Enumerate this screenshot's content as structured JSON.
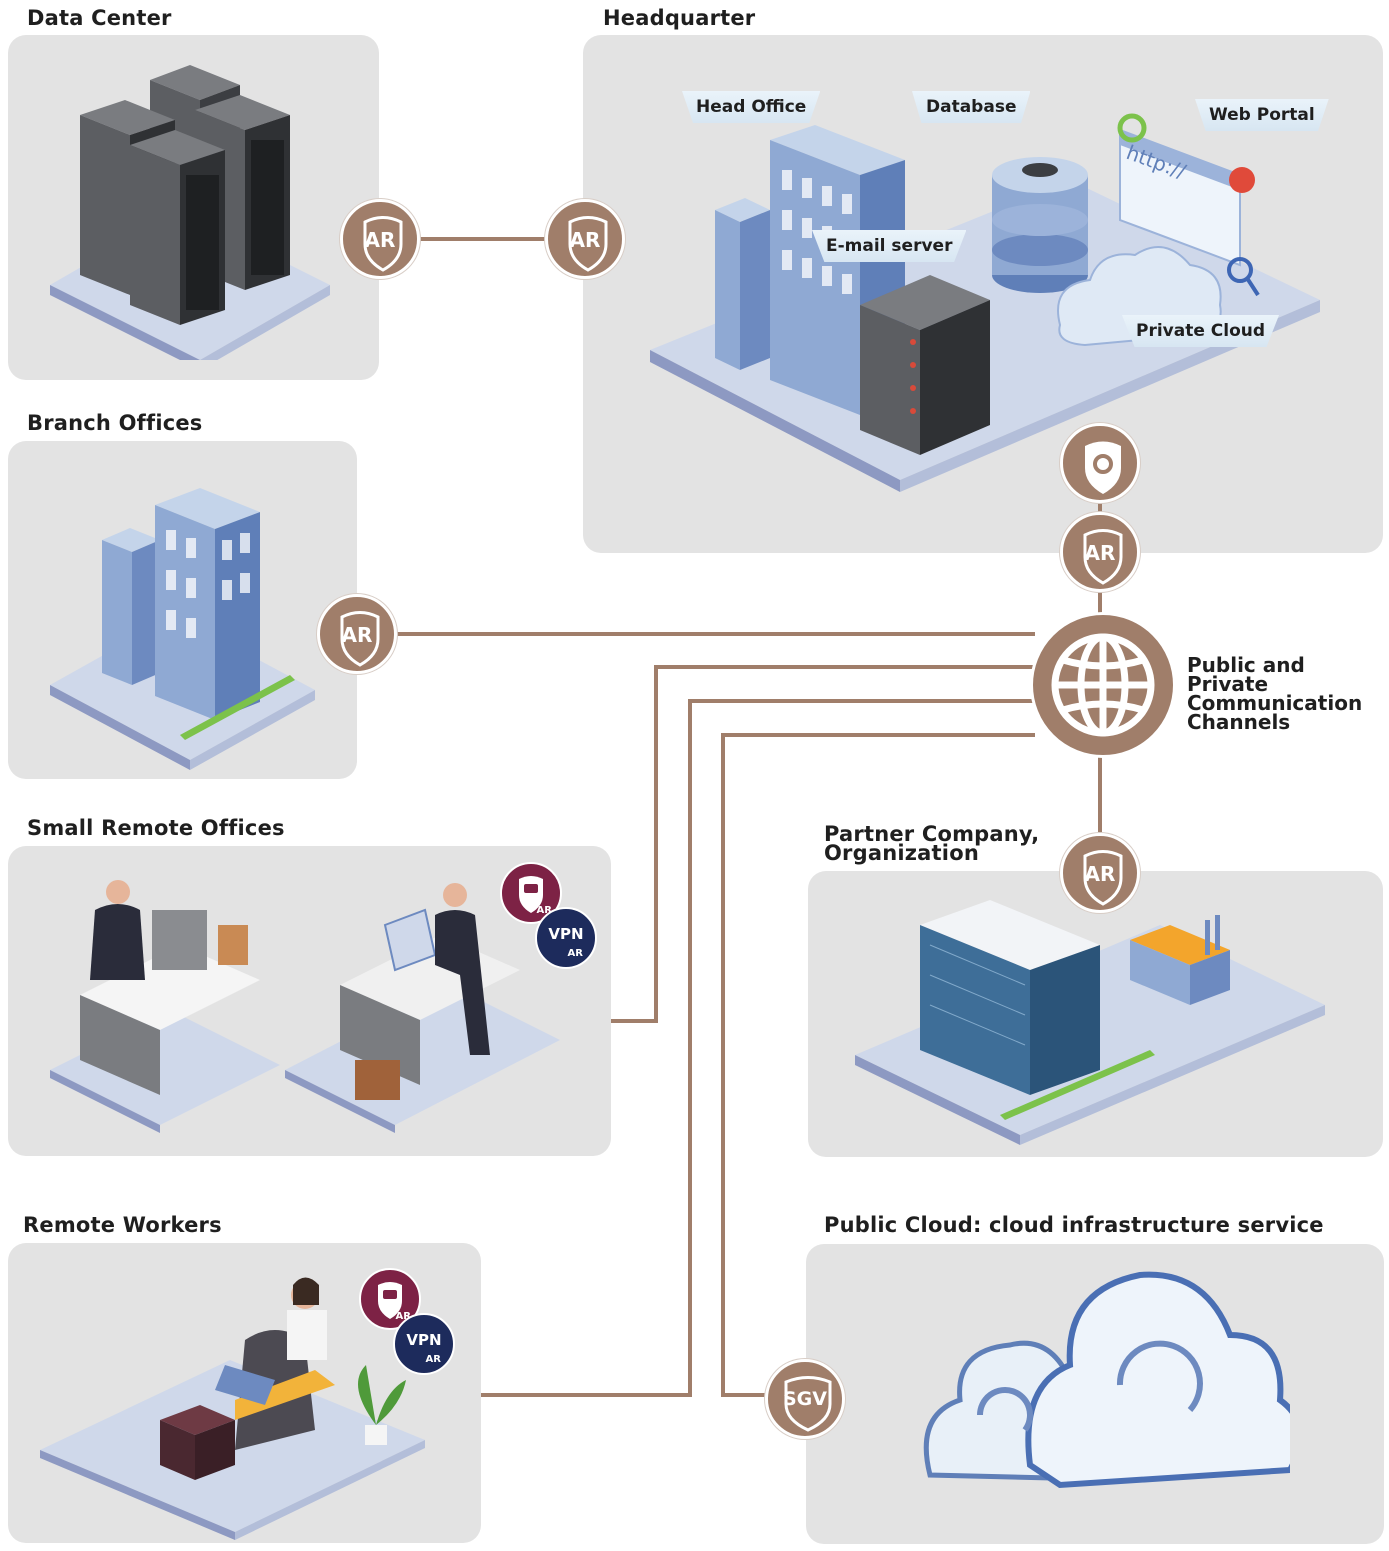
{
  "sections": {
    "data_center": "Data Center",
    "headquarter": "Headquarter",
    "branch_offices": "Branch Offices",
    "small_remote_offices": "Small Remote Offices",
    "remote_workers": "Remote Workers",
    "partner": "Partner Company, Organization",
    "public_cloud": "Public Cloud: cloud infrastructure service"
  },
  "hq_callouts": {
    "head_office": "Head Office",
    "database": "Database",
    "web_portal": "Web Portal",
    "email_server": "E-mail server",
    "private_cloud": "Private Cloud",
    "url_text": "http://"
  },
  "hub_label": "Public and Private Communication Channels",
  "badges": {
    "ar": "AR",
    "sgv": "SGV",
    "vpn": "VPN"
  },
  "colors": {
    "badge_brown": "#a07e6a",
    "wire": "#a07e6a",
    "panel": "#e3e3e3",
    "chat_badge": "#7d2245",
    "vpn_badge": "#1d2b5c"
  }
}
